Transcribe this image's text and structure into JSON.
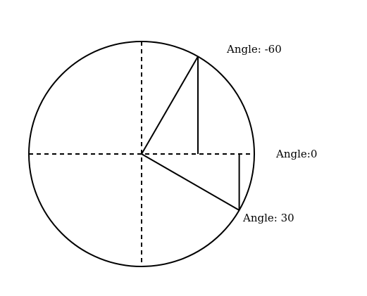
{
  "diagram": {
    "angles_degrees": [
      -60,
      0,
      30
    ],
    "labels": {
      "angle_neg60": "Angle: -60",
      "angle_0": "Angle:0",
      "angle_30": "Angle: 30"
    },
    "colors": {
      "stroke": "#000000",
      "background": "#ffffff"
    }
  }
}
